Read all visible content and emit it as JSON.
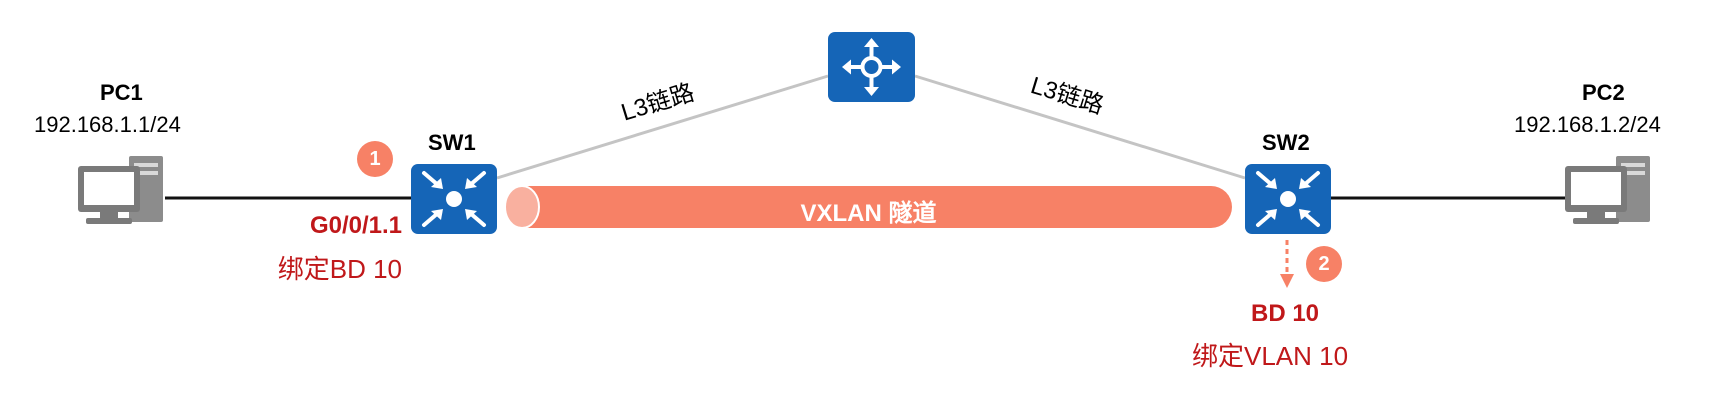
{
  "pc1": {
    "name": "PC1",
    "ip": "192.168.1.1/24"
  },
  "pc2": {
    "name": "PC2",
    "ip": "192.168.1.2/24"
  },
  "sw1": {
    "name": "SW1",
    "interface": "G0/0/1.1",
    "binding": "绑定BD 10"
  },
  "sw2": {
    "name": "SW2",
    "bd": "BD 10",
    "binding": "绑定VLAN 10"
  },
  "links": {
    "left_l3": "L3链路",
    "right_l3": "L3链路"
  },
  "tunnel": {
    "label": "VXLAN 隧道"
  },
  "steps": {
    "one": "1",
    "two": "2"
  },
  "colors": {
    "device_blue": "#1565b7",
    "tunnel_salmon": "#f78166",
    "label_red": "#c0181a"
  },
  "icons": {
    "router": "router-icon",
    "switch": "switch-icon",
    "pc": "pc-icon"
  }
}
